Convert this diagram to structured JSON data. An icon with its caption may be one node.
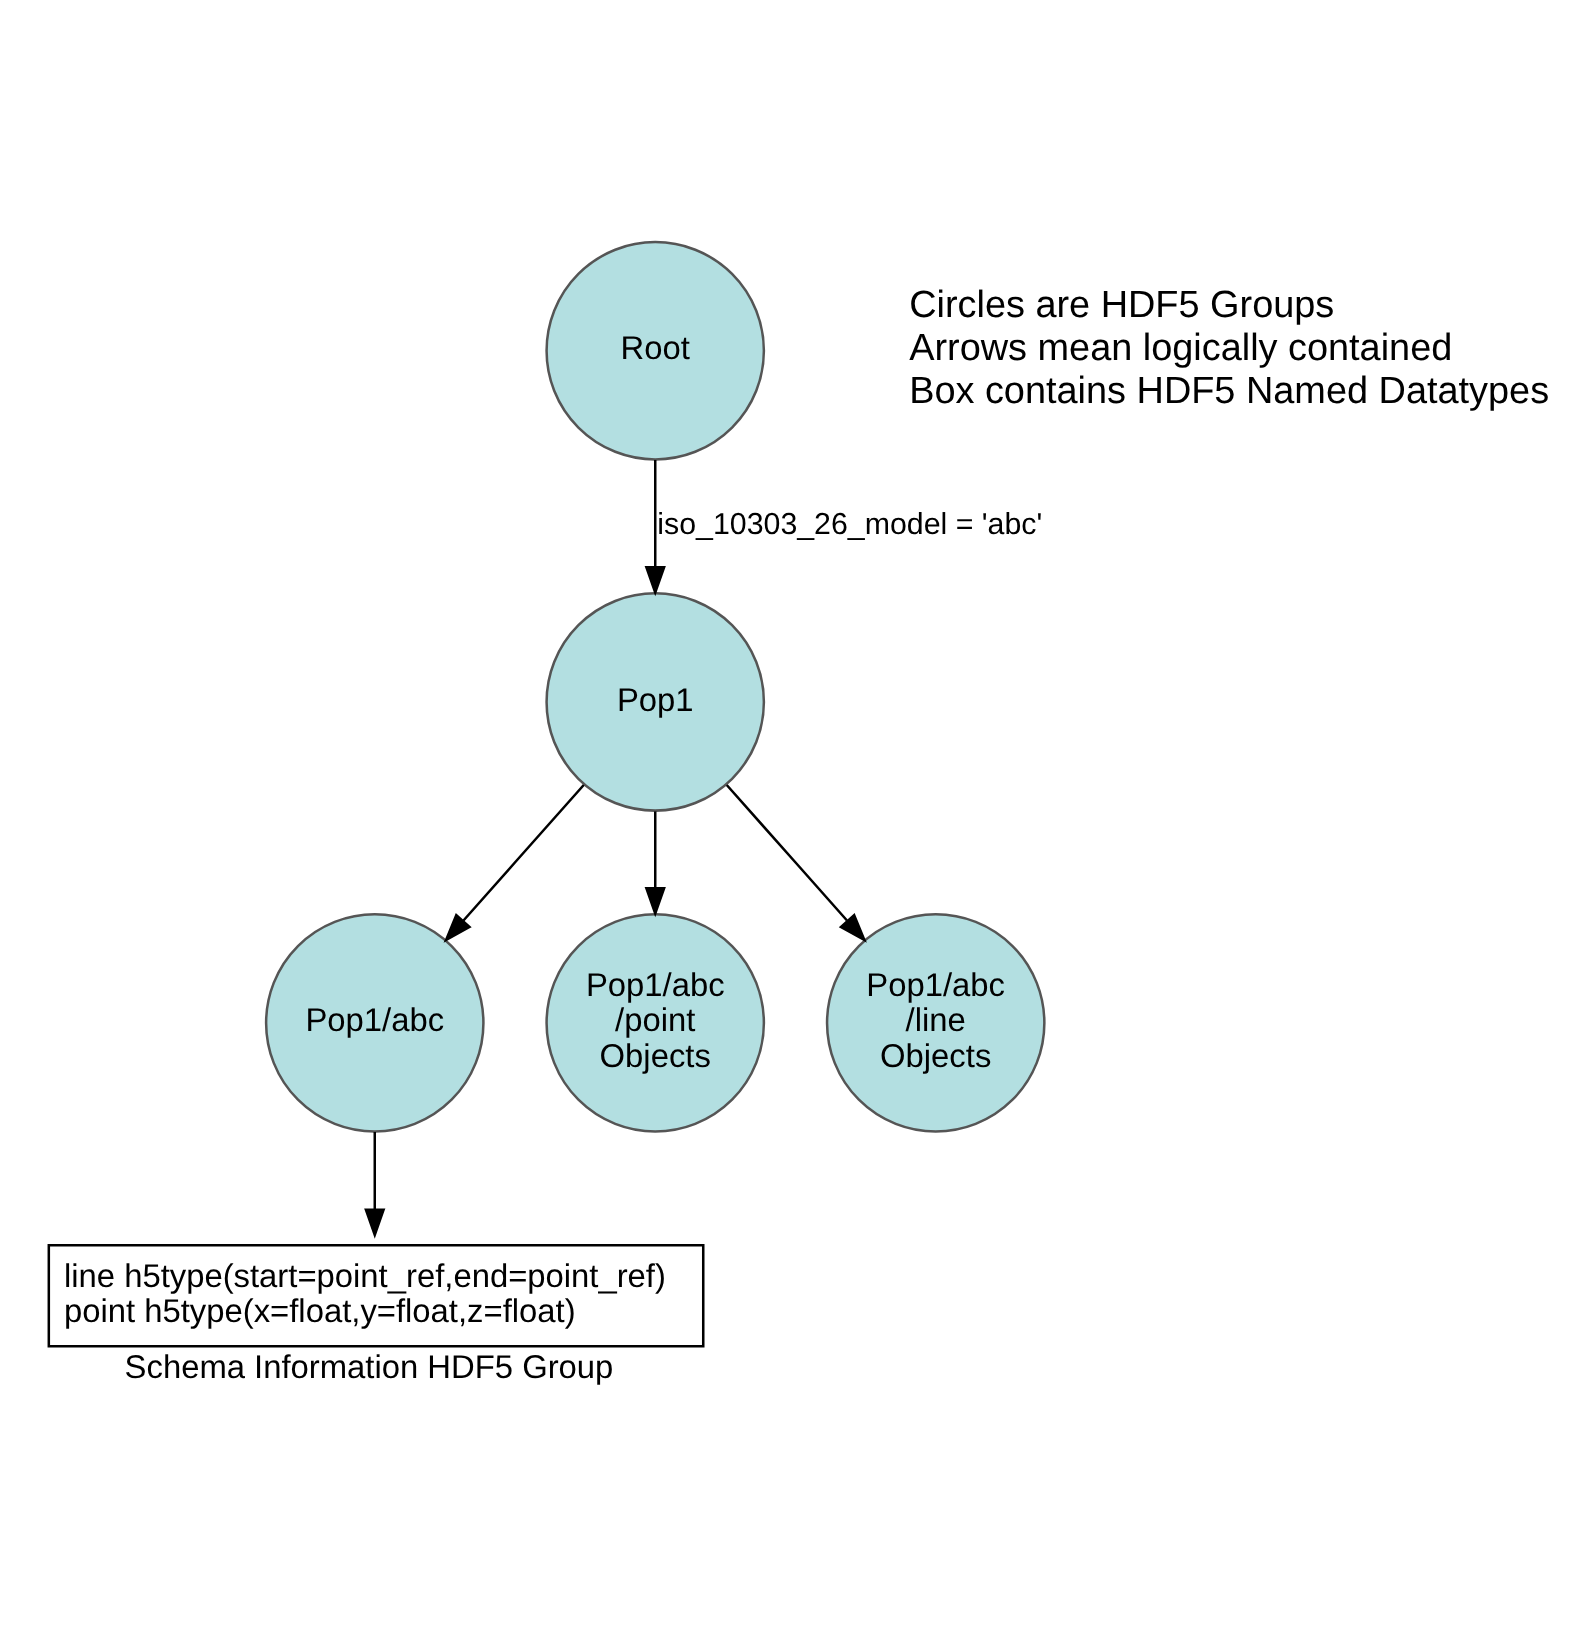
{
  "diagram": {
    "nodes": [
      {
        "text": [
          "Root"
        ]
      },
      {
        "text": [
          "Pop1"
        ]
      },
      {
        "text": [
          "Pop1/abc"
        ]
      },
      {
        "text": [
          "Pop1/abc /point Objects"
        ]
      },
      {
        "text": [
          "Pop1/abc /line Objects"
        ]
      },
      {
        "text": [
          "line h5type(start=point_ref,end=point_ref)",
          "point h5type(x=float,y=float,z=float)",
          "Schema Information HDF5 Group"
        ]
      }
    ],
    "edges": [
      {
        "from": 0,
        "to": 1,
        "arrow": "to",
        "label": "iso_10303_26_model = 'abc'"
      },
      {
        "from": 1,
        "to": 2,
        "arrow": "to"
      },
      {
        "from": 1,
        "to": 3,
        "arrow": "to"
      },
      {
        "from": 1,
        "to": 4,
        "arrow": "to"
      },
      {
        "from": 2,
        "to": 5,
        "arrow": "to"
      }
    ],
    "labels": [
      "Circles are HDF5 Groups",
      "Arrows mean logically contained",
      "Box contains HDF5 Named Datatypes"
    ]
  }
}
